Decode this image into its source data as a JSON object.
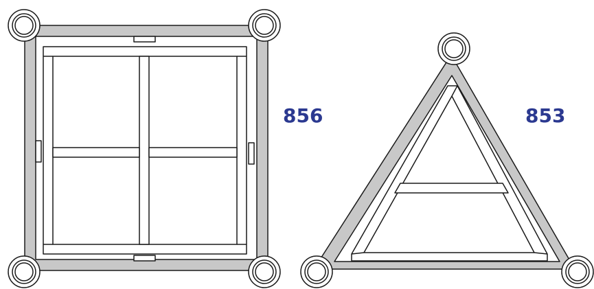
{
  "figures": [
    {
      "id": "square-truss",
      "model_number": "856"
    },
    {
      "id": "triangle-truss",
      "model_number": "853"
    }
  ],
  "colors": {
    "outline": "#1a1a1a",
    "chord_fill": "#c8c8c8",
    "label": "#2b3990",
    "background": "#ffffff"
  }
}
